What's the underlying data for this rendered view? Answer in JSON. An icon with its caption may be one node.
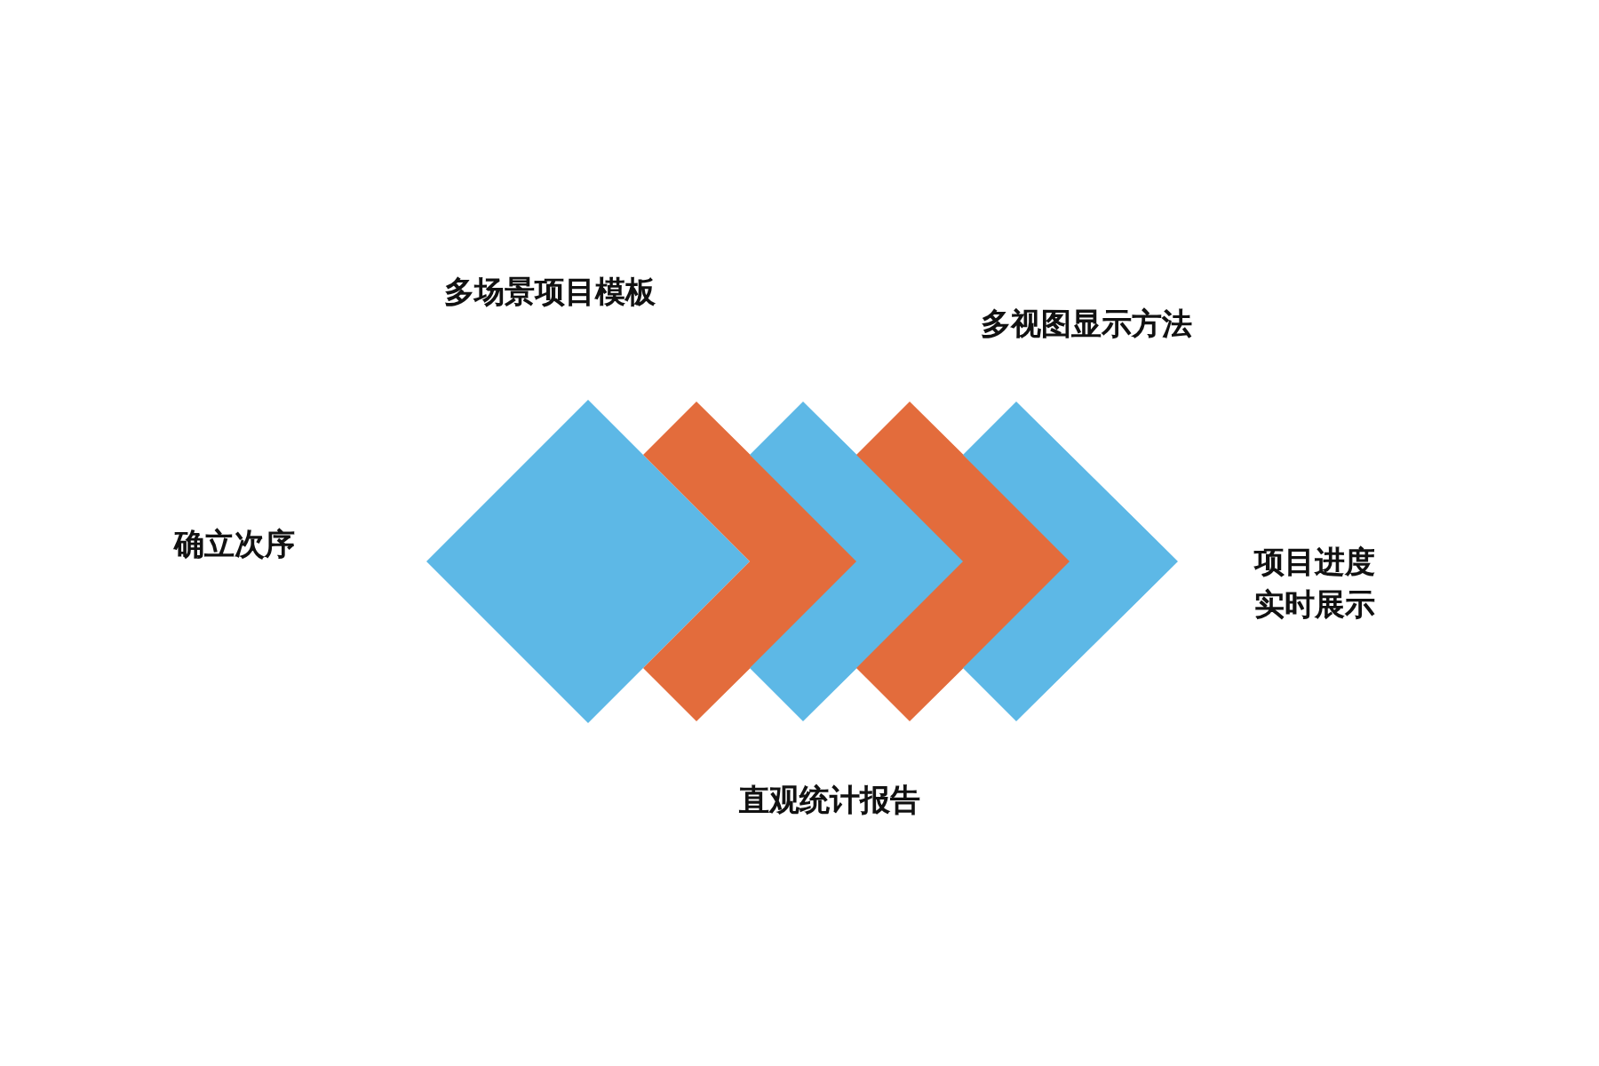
{
  "diagram": {
    "nodes": [
      {
        "text": [],
        "shape": "diamond"
      },
      {
        "text": [],
        "shape": "chevron"
      },
      {
        "text": [],
        "shape": "chevron"
      },
      {
        "text": [],
        "shape": "chevron"
      },
      {
        "text": [],
        "shape": "chevron"
      }
    ],
    "labels": [
      "多场景项目模板",
      "多视图显示方法",
      "确立次序",
      "项目进度实时展示",
      "直观统计报告"
    ]
  }
}
